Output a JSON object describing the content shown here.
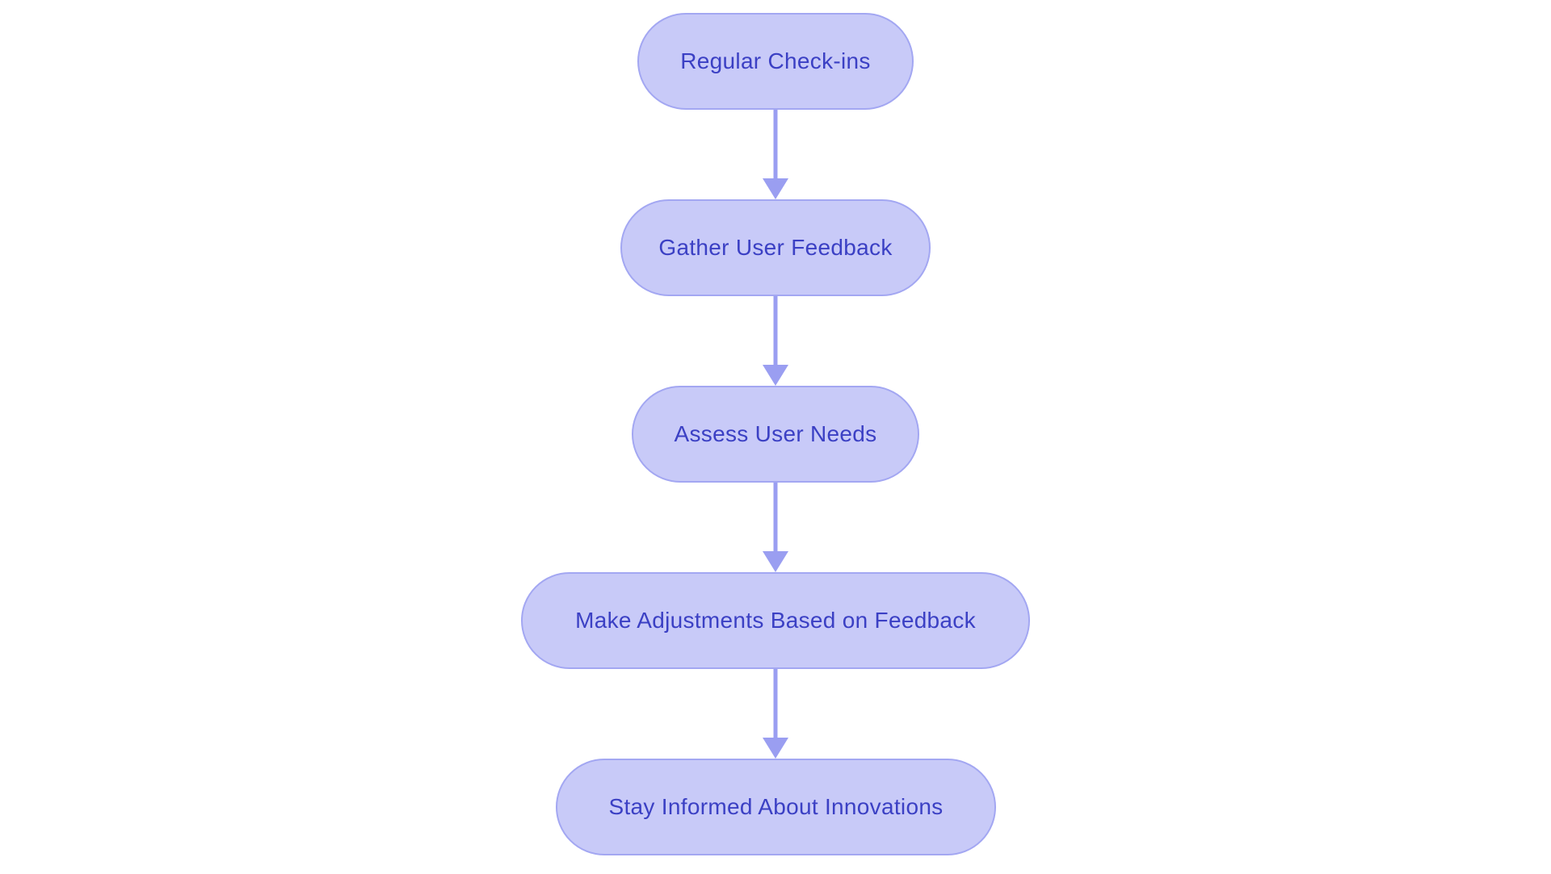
{
  "diagram": {
    "type": "flowchart",
    "direction": "top-to-bottom",
    "nodes": [
      {
        "label": "Regular Check-ins"
      },
      {
        "label": "Gather User Feedback"
      },
      {
        "label": "Assess User Needs"
      },
      {
        "label": "Make Adjustments Based on Feedback"
      },
      {
        "label": "Stay Informed About Innovations"
      }
    ],
    "edges": [
      {
        "from": "Regular Check-ins",
        "to": "Gather User Feedback"
      },
      {
        "from": "Gather User Feedback",
        "to": "Assess User Needs"
      },
      {
        "from": "Assess User Needs",
        "to": "Make Adjustments Based on Feedback"
      },
      {
        "from": "Make Adjustments Based on Feedback",
        "to": "Stay Informed About Innovations"
      }
    ]
  },
  "colors": {
    "background": "#ffffff",
    "node-fill": "#c8caf8",
    "node-border": "#a3a7f2",
    "node-text": "#3b40c4",
    "arrow": "#9a9ef1"
  }
}
